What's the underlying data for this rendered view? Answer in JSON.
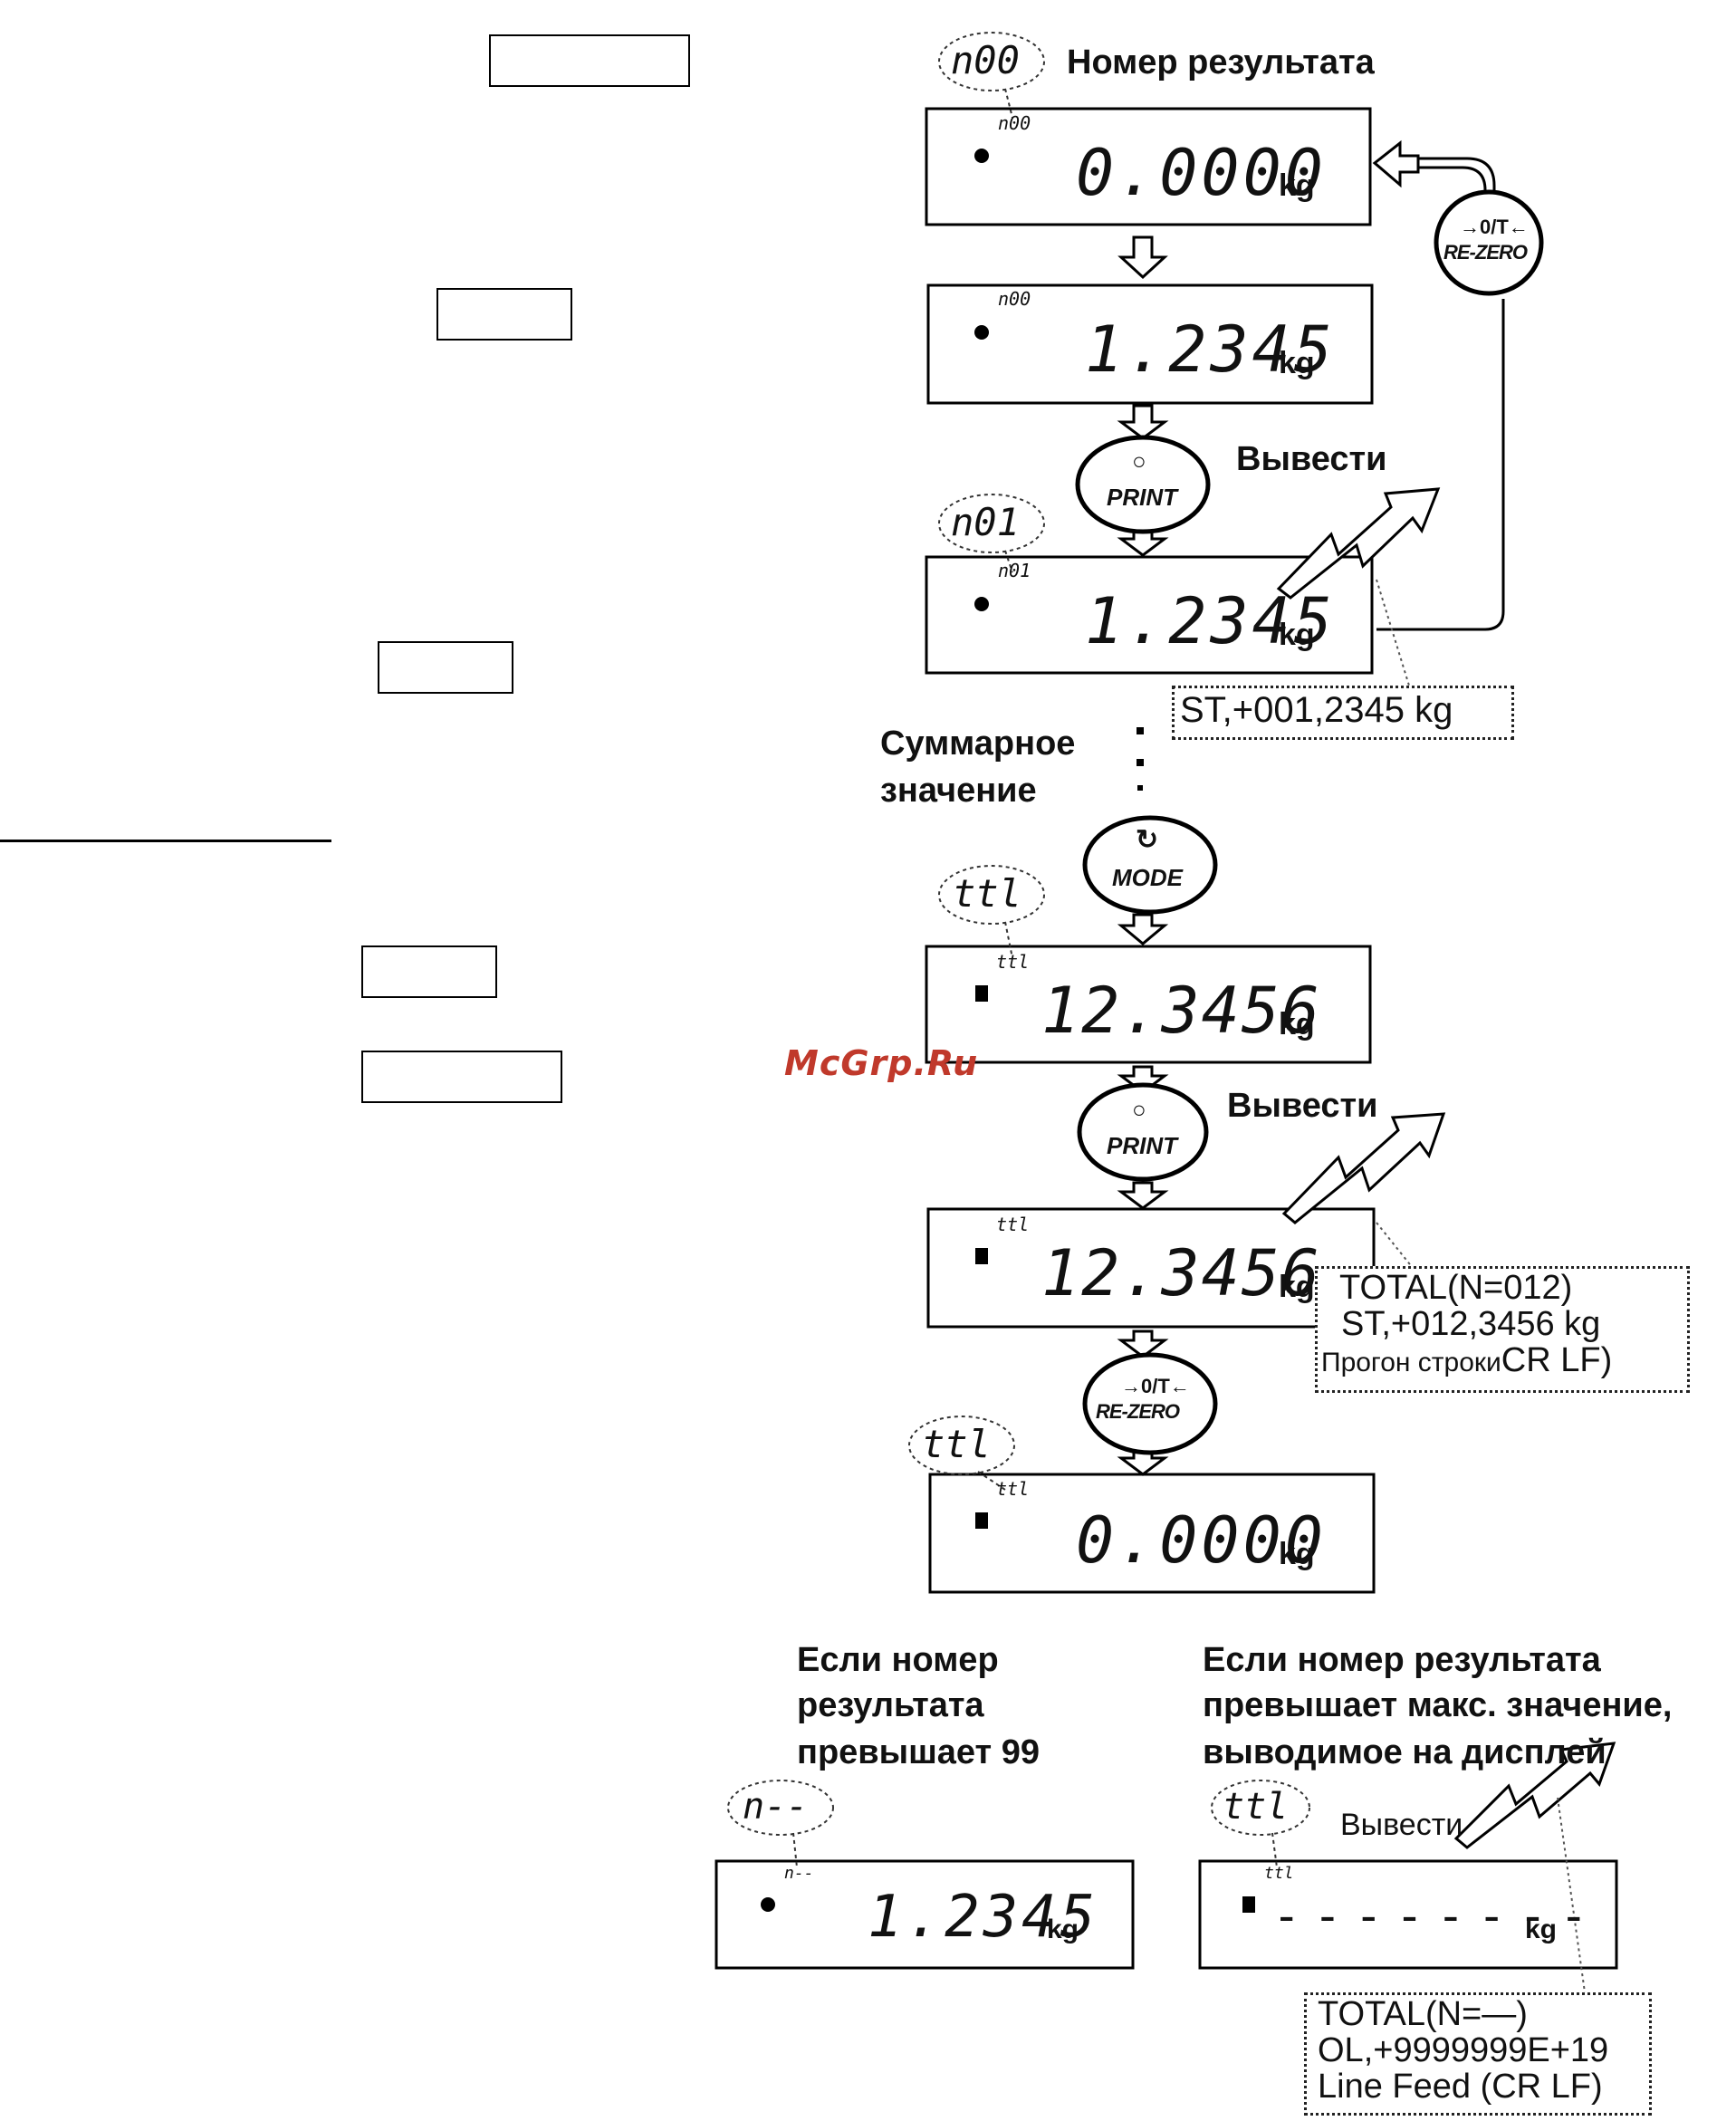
{
  "labels": {
    "result_number": "Номер результата",
    "output_1": "Вывести",
    "output_2": "Вывести",
    "output_3": "Вывести",
    "total_line1": "Суммарное",
    "total_line2": "значение",
    "if99_line1": "Если номер",
    "if99_line2": "результата",
    "if99_line3": "превышает 99",
    "ifmax_line1": "Если номер результата",
    "ifmax_line2": "превышает макс. значение,",
    "ifmax_line3": "выводимое на дисплей"
  },
  "callouts": {
    "n00": "n00",
    "n01": "n01",
    "ttl1": "ttl",
    "ttl2": "ttl",
    "n_dash": "n--",
    "ttl3": "ttl"
  },
  "displays": {
    "d1": {
      "mini": "n00",
      "value": "0.0000",
      "unit": "kg"
    },
    "d2": {
      "mini": "n00",
      "value": "1.2345",
      "unit": "kg"
    },
    "d3": {
      "mini": "n01",
      "value": "1.2345",
      "unit": "kg"
    },
    "d4": {
      "mini": "ttl",
      "value": "12.3456",
      "unit": "kg"
    },
    "d5": {
      "mini": "ttl",
      "value": "12.3456",
      "unit": "kg"
    },
    "d6": {
      "mini": "ttl",
      "value": "0.0000",
      "unit": "kg"
    },
    "d7": {
      "mini": "n--",
      "value": "1.2345",
      "unit": "kg"
    },
    "d8": {
      "mini": "ttl",
      "value": "--------",
      "unit": "kg"
    }
  },
  "buttons": {
    "rezero_top": {
      "top": "→0/T←",
      "bottom": "RE-ZERO"
    },
    "print1": {
      "top": "○",
      "bottom": "PRINT"
    },
    "mode": {
      "top": "↻",
      "bottom": "MODE"
    },
    "print2": {
      "top": "○",
      "bottom": "PRINT"
    },
    "rezero_bottom": {
      "top": "→0/T←",
      "bottom": "RE-ZERO"
    }
  },
  "outputs": {
    "out1": {
      "line1": "ST,+001,2345 kg"
    },
    "out2": {
      "line1": "TOTAL(N=012)",
      "line2": "ST,+012,3456 kg",
      "line3a": "Прогон строки",
      "line3b": "CR LF)"
    },
    "out3": {
      "line1": "TOTAL(N=—)",
      "line2": "OL,+9999999E+19",
      "line3": "Line Feed (CR LF)"
    }
  },
  "watermark": "McGrp.Ru"
}
